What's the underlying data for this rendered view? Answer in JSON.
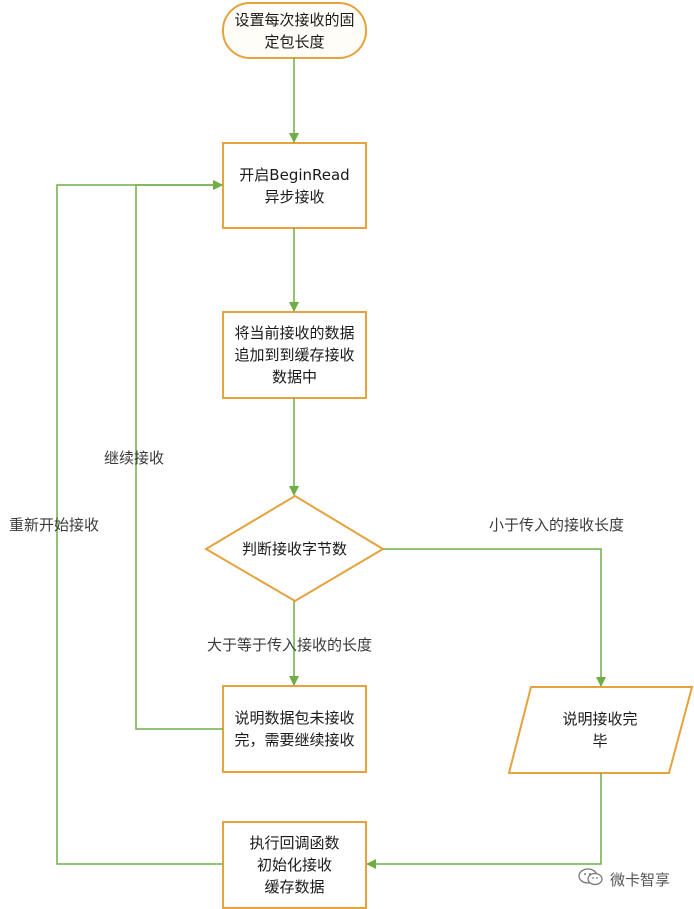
{
  "colors": {
    "node_border": "#e6a23c",
    "arrow": "#70ad47",
    "text": "#1a1a1a"
  },
  "nodes": {
    "start": "设置每次接收的固\n定包长度",
    "begin_read": "开启BeginRead\n异步接收",
    "append_buffer": "将当前接收的数据\n追加到到缓存接收\n数据中",
    "decision": "判断接收字节数",
    "not_complete": "说明数据包未接收\n完，需要继续接收",
    "complete": "说明接收完\n毕",
    "callback": "执行回调函数\n初始化接收\n缓存数据"
  },
  "edge_labels": {
    "continue": "继续接收",
    "restart": "重新开始接收",
    "less_than": "小于传入的接收长度",
    "greater_equal": "大于等于传入接收的长度"
  },
  "watermark": {
    "text": "微卡智享",
    "icon": "wechat-icon"
  }
}
